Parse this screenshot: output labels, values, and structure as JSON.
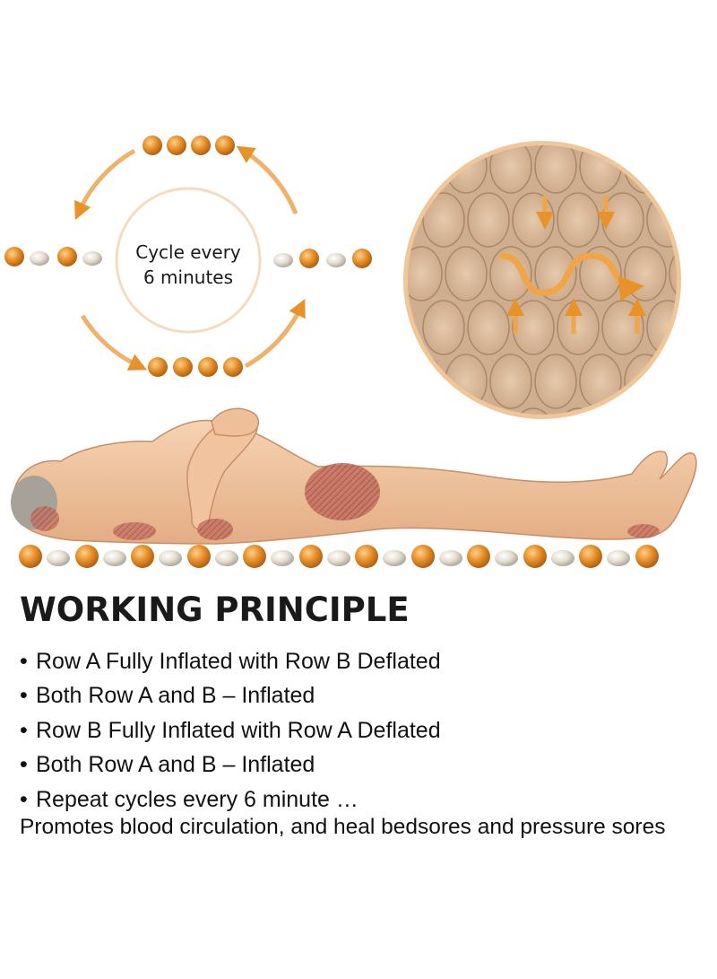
{
  "cycle_label": {
    "line1": "Cycle every",
    "line2": "6 minutes"
  },
  "heading": "WORKING PRINCIPLE",
  "bullets": [
    "Row A Fully Inflated with Row B Deflated",
    "Both Row A and B – Inflated",
    "Row B Fully Inflated with Row A Deflated",
    "Both Row A and B – Inflated",
    "Repeat cycles every 6 minute …"
  ],
  "closing": "Promotes blood circulation, and heal bedsores and pressure sores",
  "colors": {
    "orange": "#e8922a",
    "orange_dark": "#b8630e",
    "bead_light": "#ddd6c9",
    "skin": "#f2c9a4",
    "skin_shadow": "#d9a27a",
    "pressure": "#b85b4e",
    "mat": "#d8b79a"
  },
  "icons": [
    "cycle-arrow-icon",
    "up-arrow-icon",
    "down-arrow-icon",
    "wave-arrow-icon"
  ]
}
